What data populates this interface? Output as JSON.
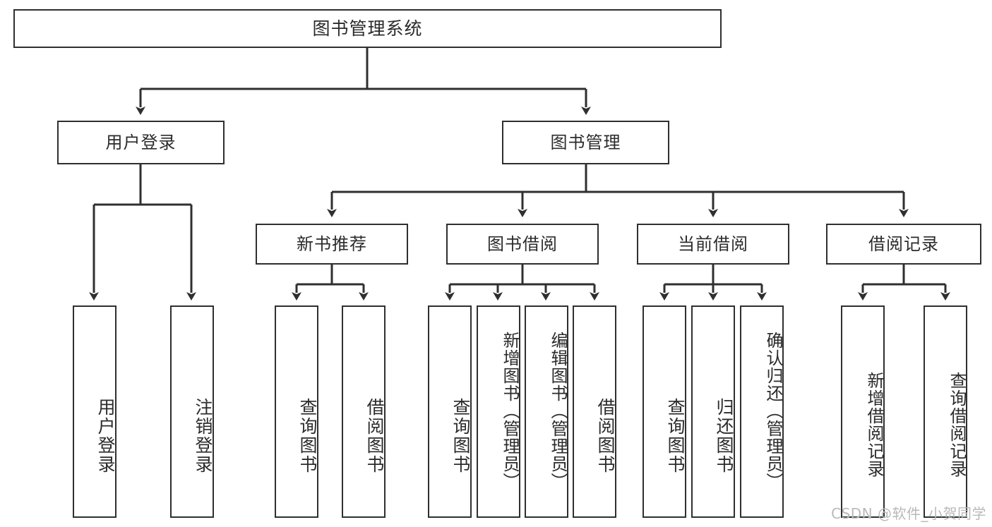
{
  "diagram": {
    "title": "图书管理系统",
    "type": "tree-hierarchy",
    "watermark": "CSDN @软件_小贺同学",
    "colors": {
      "stroke": "#2f2f2f",
      "fill": "#ffffff",
      "text": "#2b2b2b",
      "watermark": "#b9b9b9"
    },
    "root": {
      "label": "图书管理系统"
    },
    "level2": [
      {
        "label": "用户登录"
      },
      {
        "label": "图书管理"
      }
    ],
    "level3": [
      {
        "label": "新书推荐"
      },
      {
        "label": "图书借阅"
      },
      {
        "label": "当前借阅"
      },
      {
        "label": "借阅记录"
      }
    ],
    "leaves": {
      "user_login": [
        {
          "label": "用户登录"
        },
        {
          "label": "注销登录"
        }
      ],
      "new_book_recommend": [
        {
          "label": "查询图书"
        },
        {
          "label": "借阅图书"
        }
      ],
      "book_borrow": [
        {
          "label": "查询图书"
        },
        {
          "label": "新增图书（管理员）"
        },
        {
          "label": "编辑图书（管理员）"
        },
        {
          "label": "借阅图书"
        }
      ],
      "current_borrow": [
        {
          "label": "查询图书"
        },
        {
          "label": "归还图书"
        },
        {
          "label": "确认归还（管理员）"
        }
      ],
      "borrow_record": [
        {
          "label": "新增借阅记录"
        },
        {
          "label": "查询借阅记录"
        }
      ]
    }
  }
}
